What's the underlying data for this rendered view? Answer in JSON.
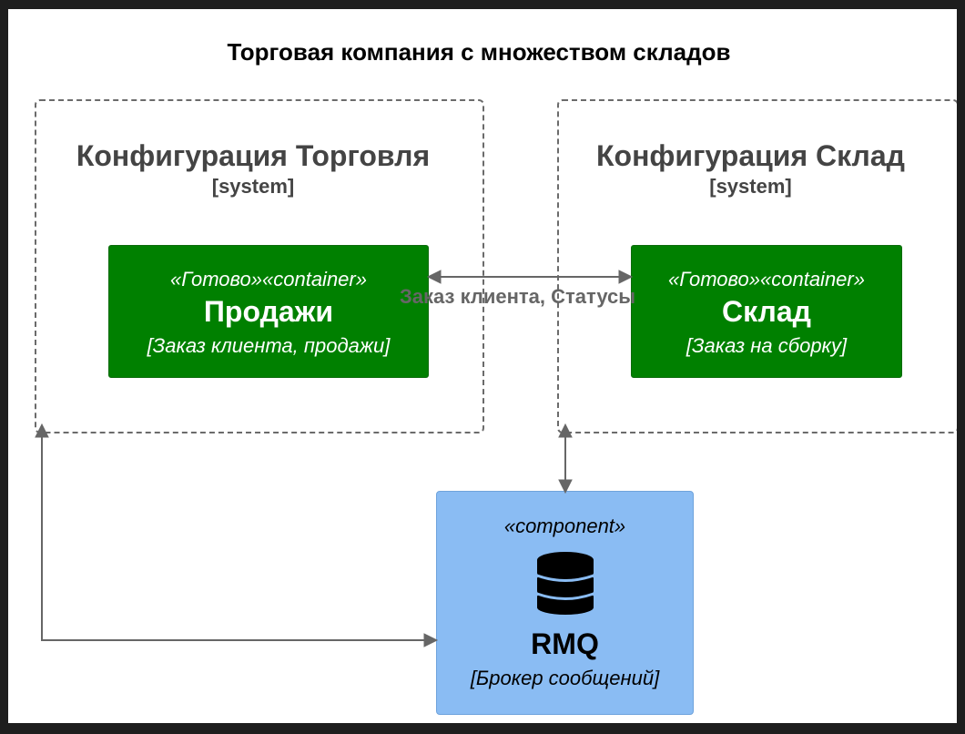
{
  "diagram": {
    "title": "Торговая компания с множеством складов",
    "boundaries": [
      {
        "id": "trade",
        "title": "Конфигурация Торговля",
        "type": "[system]"
      },
      {
        "id": "warehouse",
        "title": "Конфигурация Склад",
        "type": "[system]"
      }
    ],
    "containers": [
      {
        "id": "sales",
        "stereotype": "«Готово»«container»",
        "name": "Продажи",
        "description": "[Заказ клиента, продажи]"
      },
      {
        "id": "stock",
        "stereotype": "«Готово»«container»",
        "name": "Склад",
        "description": "[Заказ на сборку]"
      }
    ],
    "component": {
      "id": "rmq",
      "stereotype": "«component»",
      "name": "RMQ",
      "description": "[Брокер сообщений]",
      "icon": "database-icon"
    },
    "relationships": [
      {
        "from": "sales",
        "to": "stock",
        "direction": "both",
        "label": "Заказ клиента, Статусы"
      },
      {
        "from": "warehouse",
        "to": "rmq",
        "direction": "both",
        "label": ""
      },
      {
        "from": "trade",
        "to": "rmq",
        "direction": "both",
        "label": ""
      }
    ],
    "colors": {
      "container_fill": "#008000",
      "component_fill": "#8abcf3",
      "boundary_stroke": "#6b6b6b",
      "arrow": "#666666"
    }
  }
}
